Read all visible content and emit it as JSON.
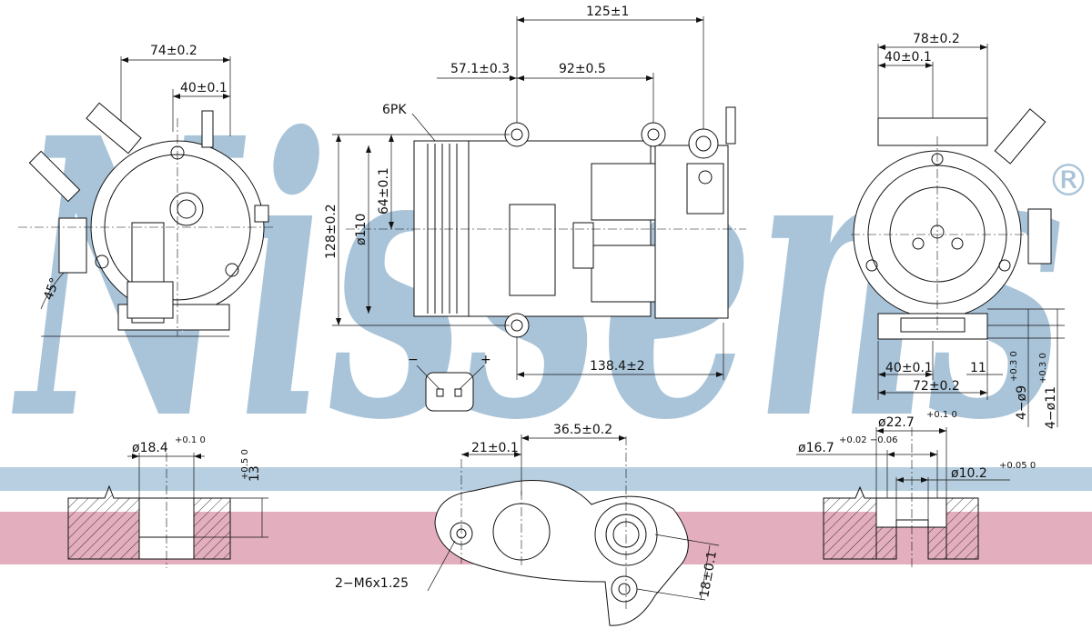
{
  "brand": {
    "watermark": "Nissens",
    "registered_mark": "®"
  },
  "colors": {
    "watermark_blue": "#a9c4d9",
    "band_blue": "#b7cfe0",
    "band_pink": "#e3aebd",
    "line": "#111111"
  },
  "left_view": {
    "dim_74": "74±0.2",
    "dim_40": "40±0.1",
    "angle": "45°"
  },
  "side_view": {
    "dim_125": "125±1",
    "dim_57": "57.1±0.3",
    "dim_92": "92±0.5",
    "belt": "6PK",
    "dim_128": "128±0.2",
    "dim_110": "ø110",
    "dim_64": "64±0.1",
    "dim_138": "138.4±2",
    "connector_minus": "−",
    "connector_plus": "+"
  },
  "right_view": {
    "dim_78": "78±0.2",
    "dim_40_top": "40±0.1",
    "dim_40_bottom": "40±0.1",
    "dim_72": "72±0.2",
    "dim_11": "11",
    "hole_9": "4−ø9",
    "hole_9_tol": "+0.3 0",
    "hole_11": "4−ø11",
    "hole_11_tol": "+0.3 0"
  },
  "bottom_left": {
    "dia": "ø18.4",
    "dia_tol": "+0.1 0",
    "depth": "13",
    "depth_tol": "+0.5 0"
  },
  "bottom_center": {
    "dim_21": "21±0.1",
    "dim_36": "36.5±0.2",
    "thread": "2−M6x1.25",
    "dim_18": "18±0.1"
  },
  "bottom_right": {
    "dia_22": "ø22.7",
    "dia_22_tol": "+0.1 0",
    "dia_16": "ø16.7",
    "dia_16_tol": "+0.02 −0.06",
    "dia_10": "ø10.2",
    "dia_10_tol": "+0.05 0"
  }
}
